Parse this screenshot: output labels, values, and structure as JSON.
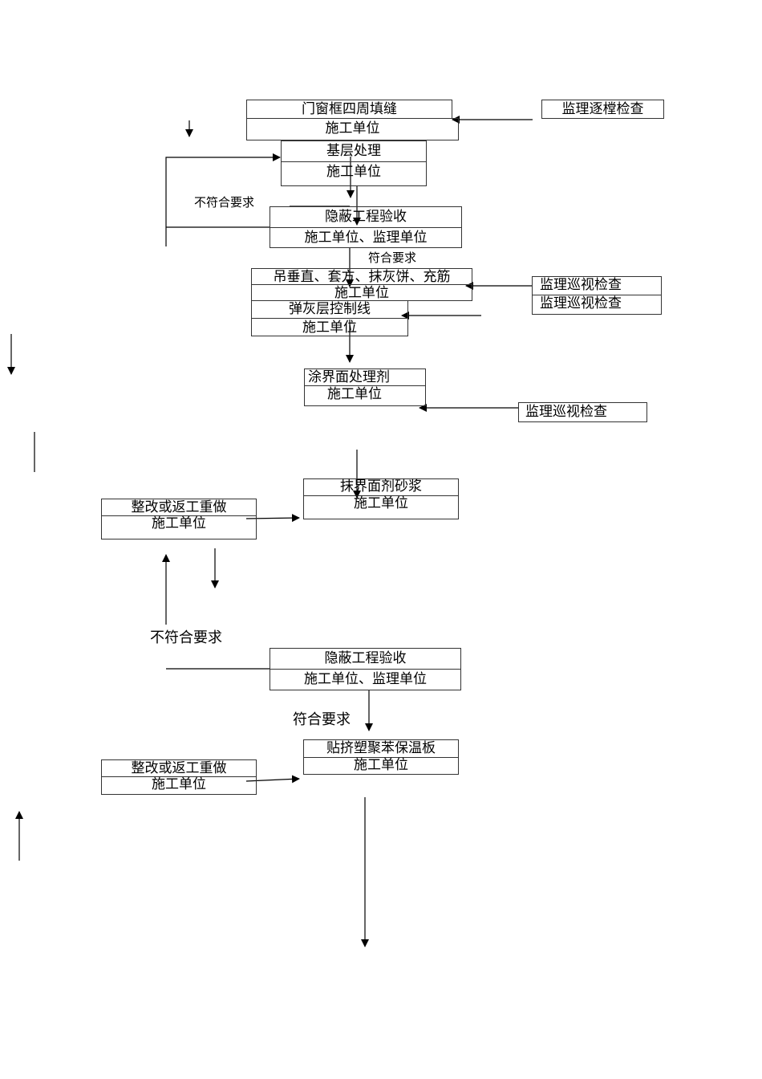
{
  "flowchart": {
    "steps": {
      "s1": {
        "title": "门窗框四周填缝",
        "unit": "施工单位"
      },
      "s2": {
        "title": "基层处理",
        "unit": "施工单位"
      },
      "s3": {
        "title": "隐蔽工程验收",
        "unit": "施工单位、监理单位"
      },
      "s4": {
        "title": "吊垂直、套方、抹灰饼、充筋",
        "unit": "施工单位"
      },
      "s5": {
        "title": "弹灰层控制线",
        "unit": "施工单位"
      },
      "s6": {
        "title": "涂界面处理剂",
        "unit": "施工单位"
      },
      "s7": {
        "title": "抹界面剂砂浆",
        "unit": "施工单位"
      },
      "s8": {
        "title": "隐蔽工程验收",
        "unit": "施工单位、监理单位"
      },
      "s9": {
        "title": "贴挤塑聚苯保温板",
        "unit": "施工单位"
      }
    },
    "rework": [
      {
        "title": "整改或返工重做",
        "unit": "施工单位"
      },
      {
        "title": "整改或返工重做",
        "unit": "施工单位"
      }
    ],
    "supervision": {
      "per_frame": "监理逐樘检查",
      "patrol_1": "监理巡视检查",
      "patrol_2": "监理巡视检查",
      "patrol_3": "监理巡视检查"
    },
    "conditions": {
      "fail_1": "不符合要求",
      "pass_1": "符合要求",
      "fail_2": "不符合要求",
      "pass_2": "符合要求"
    }
  },
  "colors": {
    "line": "#000000",
    "border": "#333333",
    "background": "#ffffff"
  }
}
